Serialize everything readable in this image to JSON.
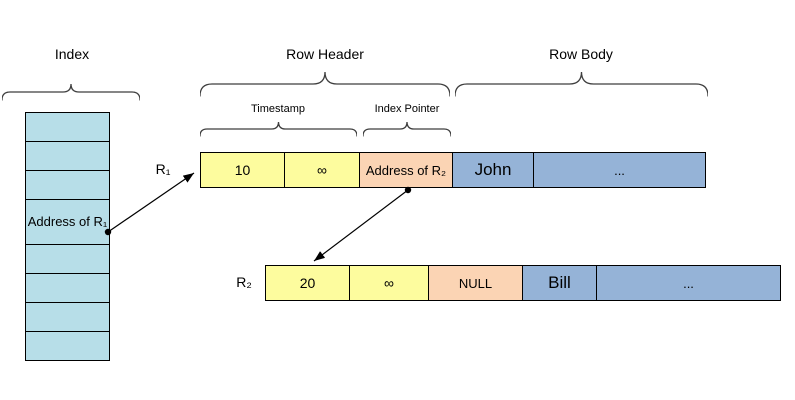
{
  "labels": {
    "index": "Index",
    "row_header": "Row Header",
    "row_body": "Row Body",
    "timestamp": "Timestamp",
    "index_pointer": "Index Pointer"
  },
  "index_column": {
    "cells": [
      "",
      "",
      "",
      "Address of R₁",
      "",
      "",
      "",
      ""
    ]
  },
  "rows": [
    {
      "label": "R₁",
      "cells": [
        {
          "text": "10"
        },
        {
          "text": "∞"
        },
        {
          "text": "Address of R₂"
        },
        {
          "text": "John"
        },
        {
          "text": "..."
        }
      ]
    },
    {
      "label": "R₂",
      "cells": [
        {
          "text": "20"
        },
        {
          "text": "∞"
        },
        {
          "text": "NULL"
        },
        {
          "text": "Bill"
        },
        {
          "text": "..."
        }
      ]
    }
  ],
  "colors": {
    "index": "#b7dee8",
    "timestamp": "#fdfc9e",
    "pointer": "#fbd4b4",
    "body": "#95b3d7"
  }
}
